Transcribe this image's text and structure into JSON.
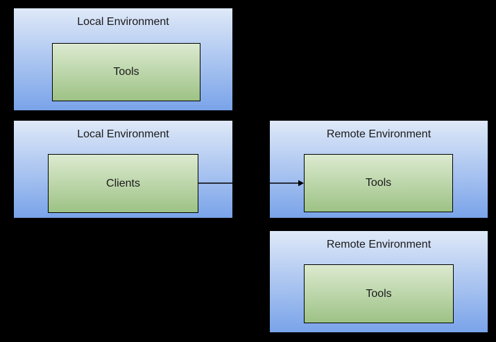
{
  "diagram": {
    "background_color": "#000000",
    "colors": {
      "env_gradient_top": "#dfe9f8",
      "env_gradient_bottom": "#79a3e9",
      "node_gradient_top": "#dcead0",
      "node_gradient_bottom": "#9dc285",
      "node_border": "#000000",
      "text": "#1a1a1a",
      "arrow": "#000000"
    },
    "environments": [
      {
        "title": "Local Environment",
        "node": "Tools"
      },
      {
        "title": "Local Environment",
        "node": "Clients"
      },
      {
        "title": "Remote Environment",
        "node": "Tools"
      },
      {
        "title": "Remote Environment",
        "node": "Tools"
      }
    ],
    "edge": {
      "from": "Clients",
      "to": "Tools",
      "direction": "right"
    }
  }
}
